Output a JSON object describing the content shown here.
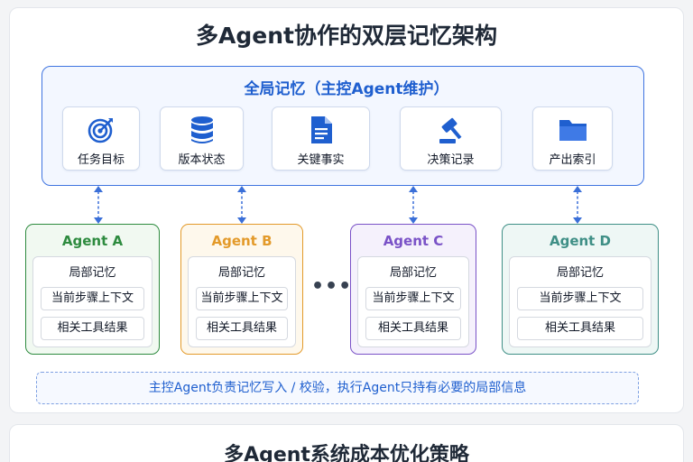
{
  "diagram": {
    "title": "多Agent协作的双层记忆架构",
    "global_memory": {
      "title": "全局记忆（主控Agent维护）",
      "items": [
        {
          "label": "任务目标",
          "icon": "target-icon"
        },
        {
          "label": "版本状态",
          "icon": "database-icon"
        },
        {
          "label": "关键事实",
          "icon": "document-icon"
        },
        {
          "label": "决策记录",
          "icon": "gavel-icon"
        },
        {
          "label": "产出索引",
          "icon": "folder-icon"
        }
      ]
    },
    "agents": [
      {
        "name": "Agent A",
        "color": "#2e8b3f",
        "bg": "#f1f9f1",
        "local_title": "局部记忆",
        "rows": [
          "当前步骤上下文",
          "相关工具结果"
        ]
      },
      {
        "name": "Agent B",
        "color": "#e39a2a",
        "bg": "#fef8ec",
        "local_title": "局部记忆",
        "rows": [
          "当前步骤上下文",
          "相关工具结果"
        ]
      },
      {
        "name": "Agent C",
        "color": "#7a52c7",
        "bg": "#f5f1fc",
        "local_title": "局部记忆",
        "rows": [
          "当前步骤上下文",
          "相关工具结果"
        ]
      },
      {
        "name": "Agent D",
        "color": "#3f8f86",
        "bg": "#eef7f5",
        "local_title": "局部记忆",
        "rows": [
          "当前步骤上下文",
          "相关工具结果"
        ]
      }
    ],
    "ellipsis": "•••",
    "note": "主控Agent负责记忆写入 / 校验，执行Agent只持有必要的局部信息"
  },
  "next_section": {
    "title": "多Agent系统成本优化策略"
  },
  "colors": {
    "accent": "#1f5fcf",
    "global_border": "#3f74e0",
    "arrow": "#3a6fd8"
  }
}
